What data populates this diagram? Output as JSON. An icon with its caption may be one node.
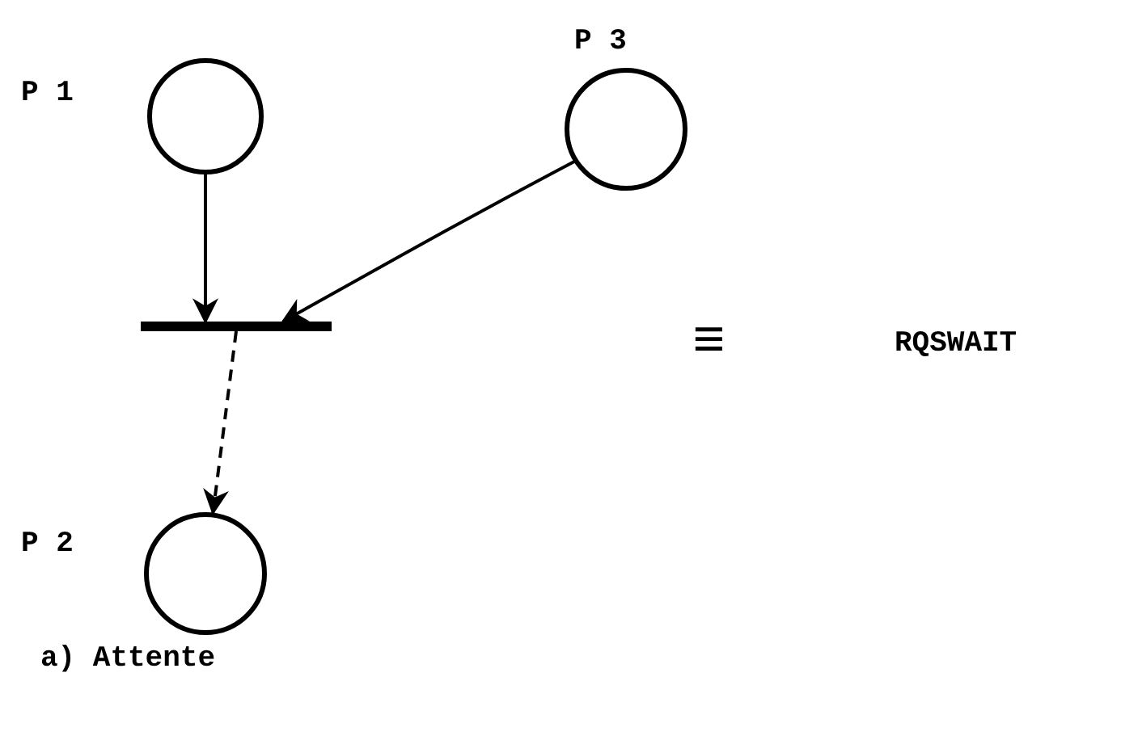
{
  "diagram": {
    "caption": "a) Attente",
    "nodes": [
      {
        "text": [],
        "shape": "circle",
        "beside": [
          "P 1"
        ]
      },
      {
        "text": [],
        "shape": "circle",
        "beside": [
          "P 3"
        ]
      },
      {
        "text": [],
        "shape": "bar"
      },
      {
        "text": [],
        "shape": "circle",
        "beside": [
          "P 2"
        ]
      }
    ],
    "edges": [
      {
        "from": 0,
        "to": 2,
        "arrow": "to"
      },
      {
        "from": 1,
        "to": 2,
        "arrow": "to"
      },
      {
        "from": 2,
        "to": 3,
        "arrow": "to",
        "style": "dashed"
      }
    ],
    "labels": [
      "≡",
      "RQSWAIT"
    ]
  }
}
